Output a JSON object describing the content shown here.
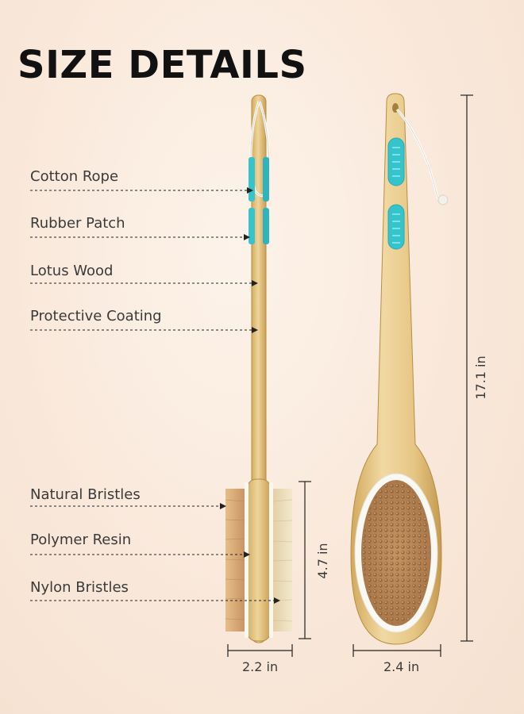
{
  "heading": "SIZE DETAILS",
  "callouts": [
    {
      "label": "Cotton Rope"
    },
    {
      "label": "Rubber Patch"
    },
    {
      "label": "Lotus Wood"
    },
    {
      "label": "Protective Coating"
    },
    {
      "label": "Natural Bristles"
    },
    {
      "label": "Polymer Resin"
    },
    {
      "label": "Nylon Bristles"
    }
  ],
  "dimensions": {
    "side_width": "2.2 in",
    "head_length": "4.7 in",
    "front_width": "2.4 in",
    "total_length": "17.1 in"
  },
  "colors": {
    "wood": "#e7c98a",
    "wood_dark": "#c9a25a",
    "rubber": "#35c3cc",
    "bristle_natural": "#d9aa72",
    "bristle_nylon": "#ecdcb7",
    "text": "#3a3a3a"
  }
}
